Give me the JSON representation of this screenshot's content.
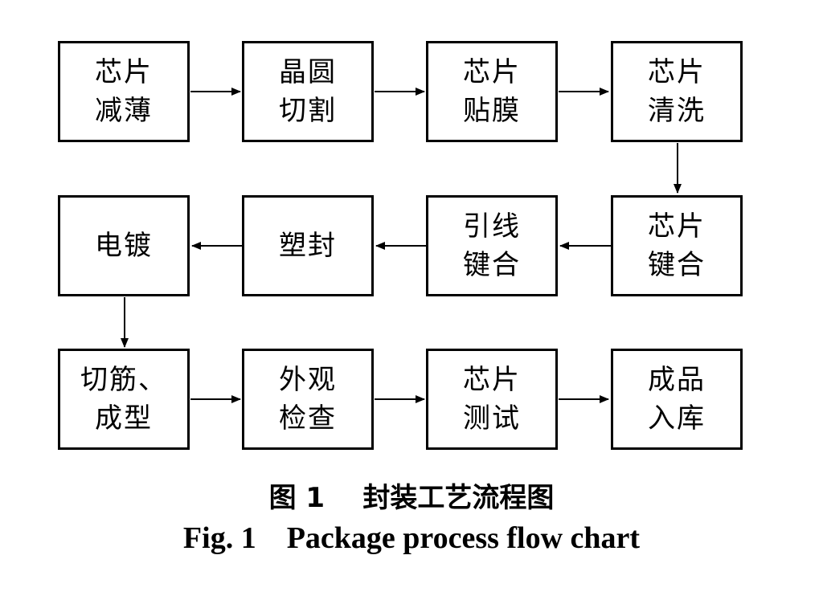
{
  "diagram": {
    "type": "flowchart",
    "steps": [
      "芯片\n减薄",
      "晶圆\n切割",
      "芯片\n贴膜",
      "芯片\n清洗",
      "芯片\n键合",
      "引线\n键合",
      "塑封",
      "电镀",
      "切筋、\n成型",
      "外观\n检查",
      "芯片\n测试",
      "成品\n入库"
    ],
    "colors": {
      "line": "#000000",
      "box_fill": "#ffffff",
      "text": "#000000"
    }
  },
  "caption": {
    "cn": "图 1    封装工艺流程图",
    "en": "Fig. 1    Package process flow chart"
  }
}
